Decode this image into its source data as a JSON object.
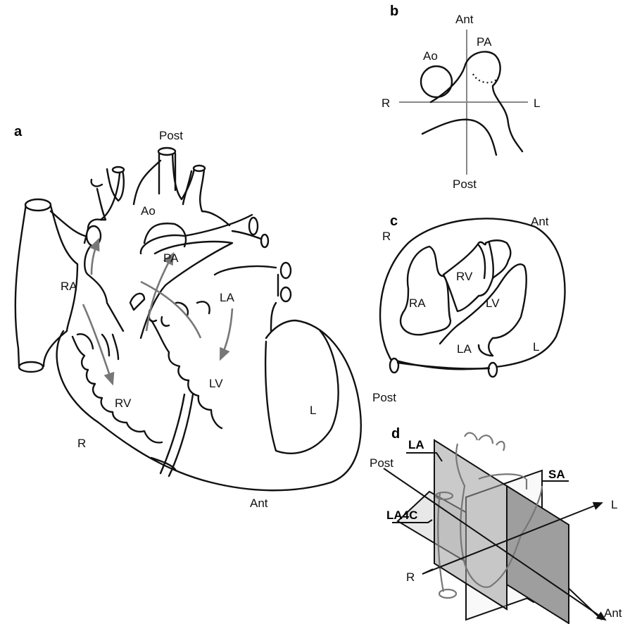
{
  "panels": {
    "a": {
      "letter": "a",
      "labels": {
        "post": "Post",
        "ao": "Ao",
        "pa": "PA",
        "ra": "RA",
        "la": "LA",
        "rv": "RV",
        "lv": "LV",
        "r": "R",
        "l": "L",
        "ant": "Ant"
      }
    },
    "b": {
      "letter": "b",
      "labels": {
        "ant": "Ant",
        "pa": "PA",
        "ao": "Ao",
        "r": "R",
        "l": "L",
        "post": "Post"
      }
    },
    "c": {
      "letter": "c",
      "labels": {
        "r": "R",
        "ant": "Ant",
        "rv": "RV",
        "ra": "RA",
        "lv": "LV",
        "la": "LA",
        "l": "L",
        "post": "Post"
      }
    },
    "d": {
      "letter": "d",
      "labels": {
        "la": "LA",
        "post": "Post",
        "sa": "SA",
        "la4c": "LA4C",
        "l": "L",
        "r": "R",
        "ant": "Ant"
      }
    }
  },
  "colors": {
    "line": "#111111",
    "arrow": "#777777",
    "axis": "#888888",
    "plane_dark": "#9e9e9e",
    "plane_light": "#e6e6e6"
  }
}
